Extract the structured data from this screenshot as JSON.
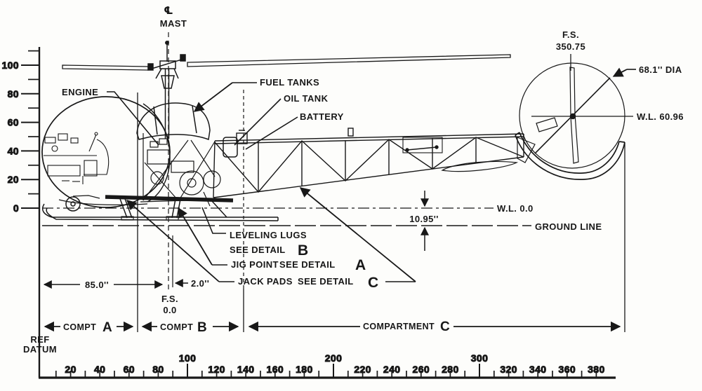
{
  "rotor": {
    "cl_symbol": "℄",
    "mast": "MAST"
  },
  "callouts": {
    "engine": "ENGINE",
    "fuel_tanks": "FUEL TANKS",
    "oil_tank": "OIL TANK",
    "battery": "BATTERY",
    "leveling_lugs": "LEVELING LUGS",
    "see_detail": "SEE DETAIL",
    "detail_b": "B",
    "jig_point": "JIG POINT",
    "detail_a": "A",
    "jack_pads": "JACK PADS",
    "detail_c": "C"
  },
  "tail": {
    "fs_label": "F.S.",
    "fs_value": "350.75",
    "diameter": "68.1'' DIA",
    "waterline": "W.L. 60.96"
  },
  "reference_lines": {
    "waterline_zero": "W.L. 0.0",
    "ground_line": "GROUND LINE",
    "clearance": "10.95''"
  },
  "dimensions": {
    "ref_to_fs0": "85.0''",
    "jig_offset": "2.0''",
    "fs_zero_label": "F.S.",
    "fs_zero_value": "0.0"
  },
  "compartments": {
    "compt": "COMPT",
    "a": "A",
    "b": "B",
    "compartment": "COMPARTMENT",
    "c": "C"
  },
  "datum": {
    "line1": "REF",
    "line2": "DATUM"
  },
  "scales": {
    "fuselage_station": {
      "orientation": "horizontal",
      "tick_min": 10,
      "tick_max": 380,
      "tick_step": 10,
      "labeled": [
        20,
        40,
        60,
        80,
        100,
        120,
        140,
        160,
        180,
        200,
        220,
        240,
        260,
        280,
        300,
        320,
        340,
        360,
        380
      ],
      "major": [
        100,
        200,
        300
      ]
    },
    "waterline": {
      "orientation": "vertical",
      "tick_min": 0,
      "tick_max": 110,
      "tick_step": 10,
      "labeled": [
        0,
        20,
        40,
        60,
        80,
        100
      ]
    }
  },
  "colors": {
    "ink": "#181818",
    "paper": "#fdfdfb"
  }
}
